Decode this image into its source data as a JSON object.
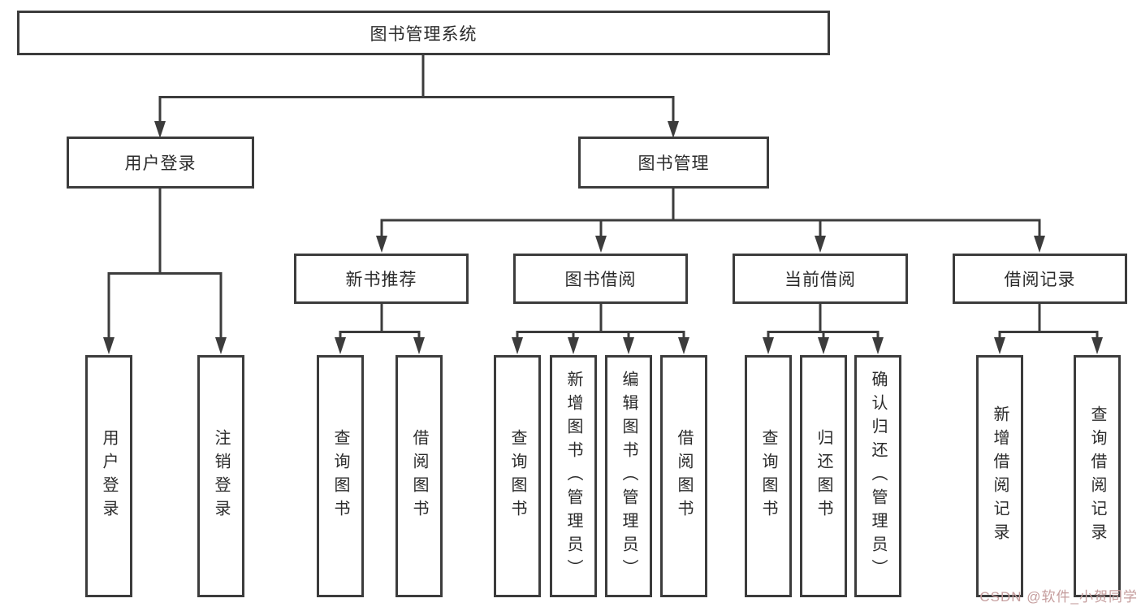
{
  "diagram": {
    "title": "图书管理系统",
    "branches": [
      {
        "label": "用户登录",
        "children": [
          "用户登录",
          "注销登录"
        ]
      },
      {
        "label": "图书管理",
        "sections": [
          {
            "label": "新书推荐",
            "children": [
              "查询图书",
              "借阅图书"
            ]
          },
          {
            "label": "图书借阅",
            "children": [
              "查询图书",
              "新增图书（管理员）",
              "编辑图书（管理员）",
              "借阅图书"
            ]
          },
          {
            "label": "当前借阅",
            "children": [
              "查询图书",
              "归还图书",
              "确认归还（管理员）"
            ]
          },
          {
            "label": "借阅记录",
            "children": [
              "新增借阅记录",
              "查询借阅记录"
            ]
          }
        ]
      }
    ]
  },
  "watermark": "CSDN @软件_小贺同学",
  "colors": {
    "line": "#3c3c3c",
    "text": "#2b2b2b",
    "box_background": "#ffffff",
    "watermark": "#c59d9d"
  }
}
